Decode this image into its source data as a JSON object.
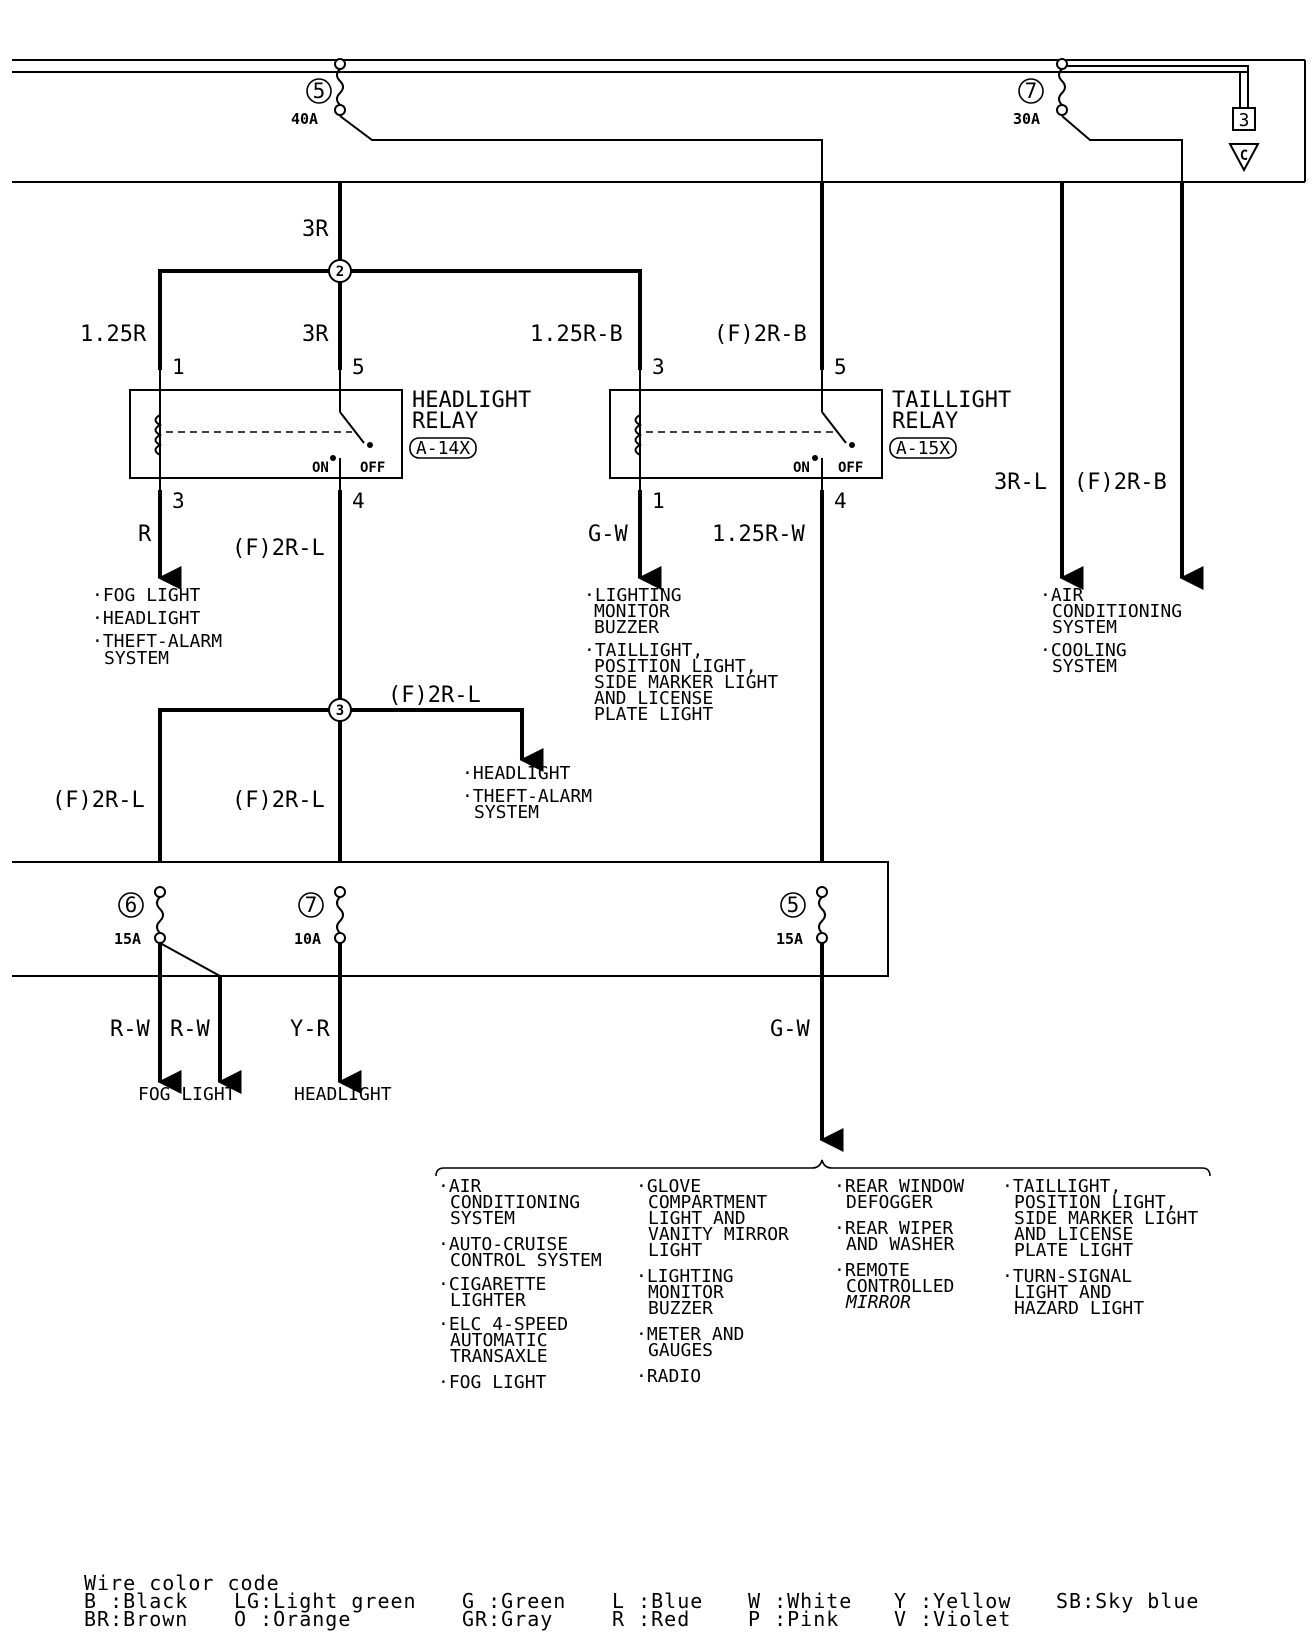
{
  "wire_labels": {
    "main_3r": "3R",
    "hl_left_in": "1.25R",
    "hl_right_in": "3R",
    "tl_left_in": "1.25R-B",
    "tl_right_in": "(F)2R-B",
    "hl_out_left": "R",
    "hl_out_right": "(F)2R-L",
    "tl_out_left": "G-W",
    "tl_out_right": "1.25R-W",
    "right_ac": "3R-L",
    "right_cool": "(F)2R-B",
    "j3_branch": "(F)2R-L",
    "j3_left": "(F)2R-L",
    "j3_mid": "(F)2R-L",
    "fog_a": "R-W",
    "fog_b": "R-W",
    "headlight_out": "Y-R",
    "gw_out": "G-W"
  },
  "fuses": {
    "top_left": {
      "number": "5",
      "rating": "40A"
    },
    "top_right": {
      "number": "7",
      "rating": "30A"
    },
    "f6": {
      "number": "6",
      "rating": "15A"
    },
    "f7": {
      "number": "7",
      "rating": "10A"
    },
    "f5": {
      "number": "5",
      "rating": "15A"
    }
  },
  "junctions": {
    "j2": "2",
    "j3": "3"
  },
  "connector": {
    "box": "3",
    "tri": "C"
  },
  "headlight_relay": {
    "name_1": "HEADLIGHT",
    "name_2": "RELAY",
    "code": "A-14X",
    "pin_tl": "1",
    "pin_tr": "5",
    "pin_bl": "3",
    "pin_br": "4",
    "on": "ON",
    "off": "OFF"
  },
  "taillight_relay": {
    "name_1": "TAILLIGHT",
    "name_2": "RELAY",
    "code": "A-15X",
    "pin_tl": "3",
    "pin_tr": "5",
    "pin_bl": "1",
    "pin_br": "4",
    "on": "ON",
    "off": "OFF"
  },
  "destinations": {
    "hl_r": {
      "l1": "FOG LIGHT",
      "l2": "HEADLIGHT",
      "l3": "THEFT-ALARM",
      "l4": "SYSTEM"
    },
    "tl_gw": {
      "l1": "LIGHTING",
      "l2": "MONITOR",
      "l3": "BUZZER",
      "l4": "TAILLIGHT,",
      "l5": "POSITION LIGHT,",
      "l6": "SIDE MARKER LIGHT",
      "l7": "AND LICENSE",
      "l8": "PLATE LIGHT"
    },
    "right": {
      "l1": "AIR",
      "l2": "CONDITIONING",
      "l3": "SYSTEM",
      "l4": "COOLING",
      "l5": "SYSTEM"
    },
    "j3": {
      "l1": "HEADLIGHT",
      "l2": "THEFT-ALARM",
      "l3": "SYSTEM"
    },
    "fog": "FOG LIGHT",
    "headlight": "HEADLIGHT"
  },
  "gw_list": {
    "c1": {
      "a1": "AIR",
      "a2": "CONDITIONING",
      "a3": "SYSTEM",
      "b1": "AUTO-CRUISE",
      "b2": "CONTROL SYSTEM",
      "c1": "CIGARETTE",
      "c2": "LIGHTER",
      "d1": "ELC 4-SPEED",
      "d2": "AUTOMATIC",
      "d3": "TRANSAXLE",
      "e1": "FOG LIGHT"
    },
    "c2": {
      "a1": "GLOVE",
      "a2": "COMPARTMENT",
      "a3": "LIGHT AND",
      "a4": "VANITY MIRROR",
      "a5": "LIGHT",
      "b1": "LIGHTING",
      "b2": "MONITOR",
      "b3": "BUZZER",
      "c1": "METER AND",
      "c2": "GAUGES",
      "d1": "RADIO"
    },
    "c3": {
      "a1": "REAR WINDOW",
      "a2": "DEFOGGER",
      "b1": "REAR WIPER",
      "b2": "AND WASHER",
      "c1": "REMOTE",
      "c2": "CONTROLLED",
      "c3": "MIRROR"
    },
    "c4": {
      "a1": "TAILLIGHT,",
      "a2": "POSITION LIGHT,",
      "a3": "SIDE MARKER LIGHT",
      "a4": "AND LICENSE",
      "a5": "PLATE LIGHT",
      "b1": "TURN-SIGNAL",
      "b2": "LIGHT AND",
      "b3": "HAZARD LIGHT"
    }
  },
  "legend": {
    "title": "Wire color code",
    "b": "B :Black",
    "br": "BR:Brown",
    "lg": "LG:Light green",
    "o": "O :Orange",
    "g": "G :Green",
    "gr": "GR:Gray",
    "l": "L :Blue",
    "r": "R :Red",
    "w": "W :White",
    "p": "P :Pink",
    "y": "Y :Yellow",
    "v": "V :Violet",
    "sb": "SB:Sky blue"
  }
}
